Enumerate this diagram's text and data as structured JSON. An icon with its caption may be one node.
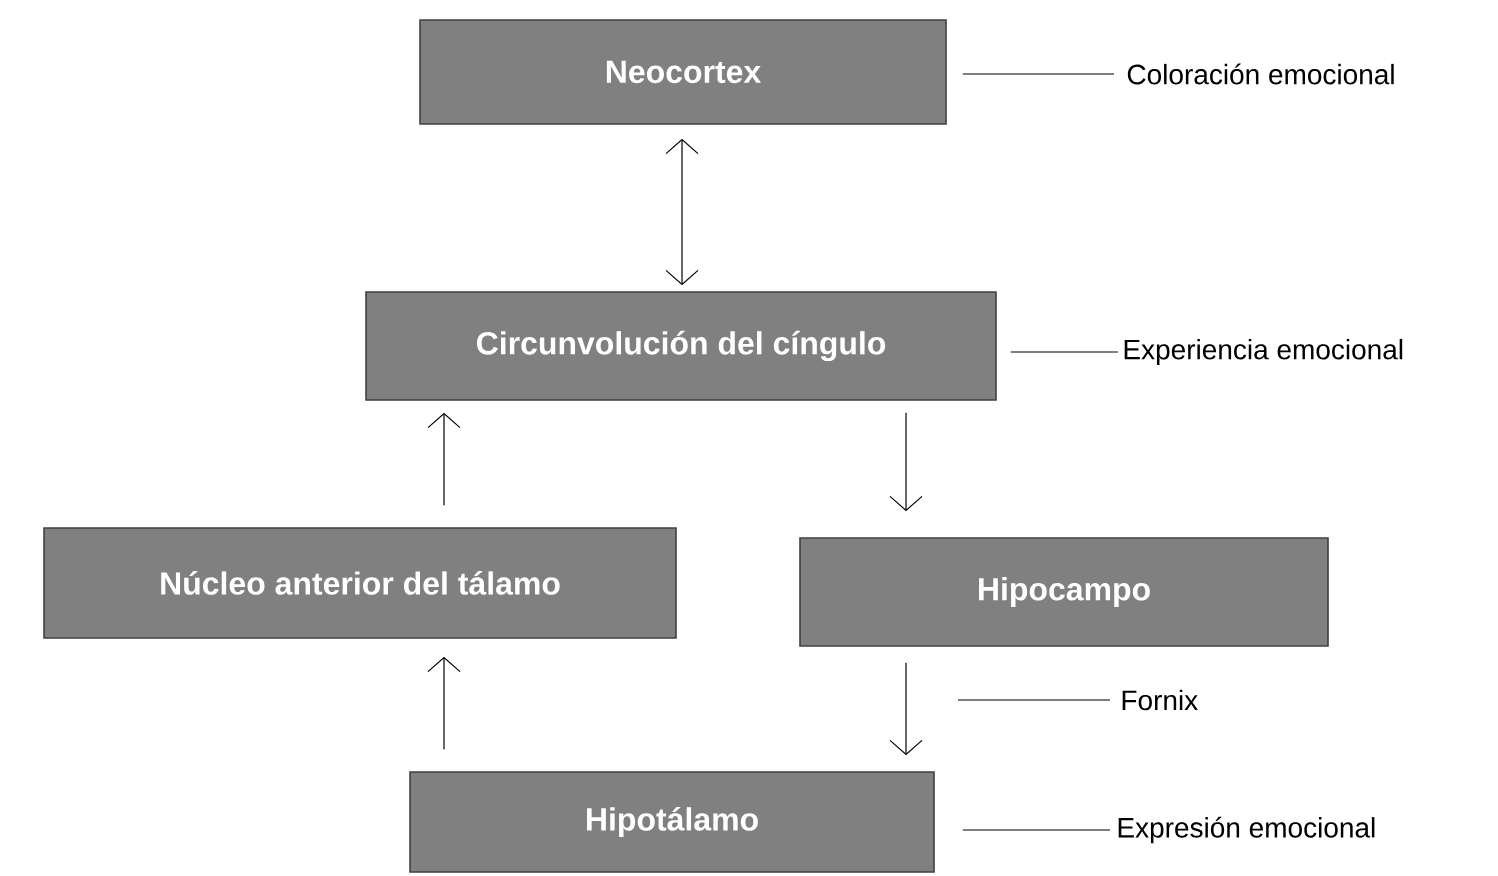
{
  "diagram": {
    "nodes": [
      {
        "text": [
          "Neocortex"
        ]
      },
      {
        "text": [
          "Coloración emocional"
        ]
      },
      {
        "text": [
          "Circunvolución del cíngulo"
        ]
      },
      {
        "text": [
          "Experiencia emocional"
        ]
      },
      {
        "text": [
          "Núcleo anterior del tálamo"
        ]
      },
      {
        "text": [
          "Hipocampo"
        ]
      },
      {
        "text": [
          "Fornix"
        ]
      },
      {
        "text": [
          "Hipotálamo"
        ]
      },
      {
        "text": [
          "Expresión emocional"
        ]
      }
    ],
    "edges": [
      {
        "from": 0,
        "to": 2,
        "arrow": "both"
      },
      {
        "from": 4,
        "to": 2,
        "arrow": "to"
      },
      {
        "from": 2,
        "to": 5,
        "arrow": "to"
      },
      {
        "from": 5,
        "to": 7,
        "arrow": "to"
      },
      {
        "from": 7,
        "to": 4,
        "arrow": "to"
      },
      {
        "from": 1,
        "to": 0,
        "arrow": "none"
      },
      {
        "from": 3,
        "to": 2,
        "arrow": "none"
      },
      {
        "from": 6,
        "to": null,
        "arrow": "none"
      },
      {
        "from": 8,
        "to": 7,
        "arrow": "none"
      }
    ]
  }
}
